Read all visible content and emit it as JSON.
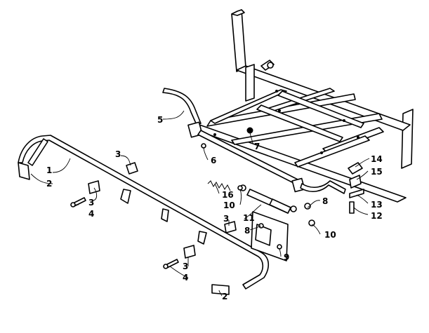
{
  "callouts": [
    {
      "id": "c1",
      "text": "1"
    },
    {
      "id": "c2a",
      "text": "2"
    },
    {
      "id": "c2b",
      "text": "2"
    },
    {
      "id": "c3a",
      "text": "3"
    },
    {
      "id": "c3b",
      "text": "3"
    },
    {
      "id": "c3c",
      "text": "3"
    },
    {
      "id": "c3d",
      "text": "3"
    },
    {
      "id": "c4a",
      "text": "4"
    },
    {
      "id": "c4b",
      "text": "4"
    },
    {
      "id": "c5",
      "text": "5"
    },
    {
      "id": "c6",
      "text": "6"
    },
    {
      "id": "c7",
      "text": "7"
    },
    {
      "id": "c8a",
      "text": "8"
    },
    {
      "id": "c8b",
      "text": "8"
    },
    {
      "id": "c9",
      "text": "9"
    },
    {
      "id": "c10a",
      "text": "10"
    },
    {
      "id": "c10b",
      "text": "10"
    },
    {
      "id": "c11",
      "text": "11"
    },
    {
      "id": "c12",
      "text": "12"
    },
    {
      "id": "c13",
      "text": "13"
    },
    {
      "id": "c14",
      "text": "14"
    },
    {
      "id": "c15",
      "text": "15"
    },
    {
      "id": "c16",
      "text": "16"
    }
  ]
}
